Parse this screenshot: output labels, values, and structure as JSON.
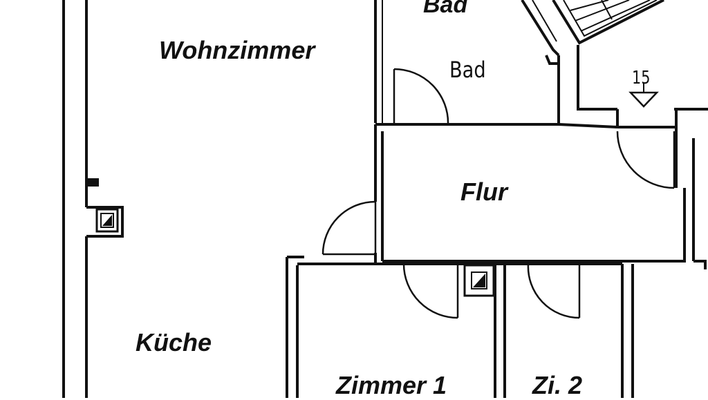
{
  "rooms": {
    "wohnzimmer": "Wohnzimmer",
    "bad_italic": "Bad",
    "bad": "Bad",
    "flur": "Flur",
    "kueche": "Küche",
    "zimmer1": "Zimmer 1",
    "zi2": "Zi. 2"
  },
  "stair_marker": "15"
}
